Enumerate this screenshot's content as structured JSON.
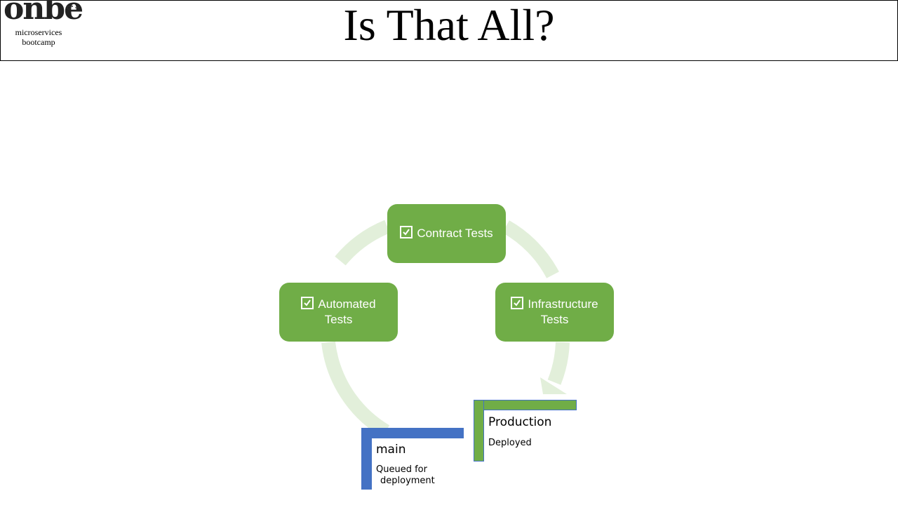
{
  "header": {
    "title": "Is That All?",
    "logo": {
      "word": "onbe",
      "line1": "microservices",
      "line2": "bootcamp"
    }
  },
  "diagram": {
    "steps": [
      {
        "id": "contract",
        "label": "Contract Tests",
        "icon": "checkbox-checked-icon"
      },
      {
        "id": "infrastructure",
        "label_line1": "Infrastructure",
        "label_line2": "Tests",
        "icon": "checkbox-checked-icon"
      },
      {
        "id": "automated",
        "label_line1": "Automated",
        "label_line2": "Tests",
        "icon": "checkbox-checked-icon"
      }
    ],
    "stages": [
      {
        "id": "production",
        "name": "Production",
        "status": "Deployed"
      },
      {
        "id": "main",
        "name": "main",
        "status_line1": "Queued for",
        "status_line2": "deployment"
      }
    ]
  },
  "colors": {
    "step_fill": "#70ad47",
    "ring": "#e2efda",
    "production_bar": "#70ad47",
    "main_bar": "#4472c4"
  }
}
